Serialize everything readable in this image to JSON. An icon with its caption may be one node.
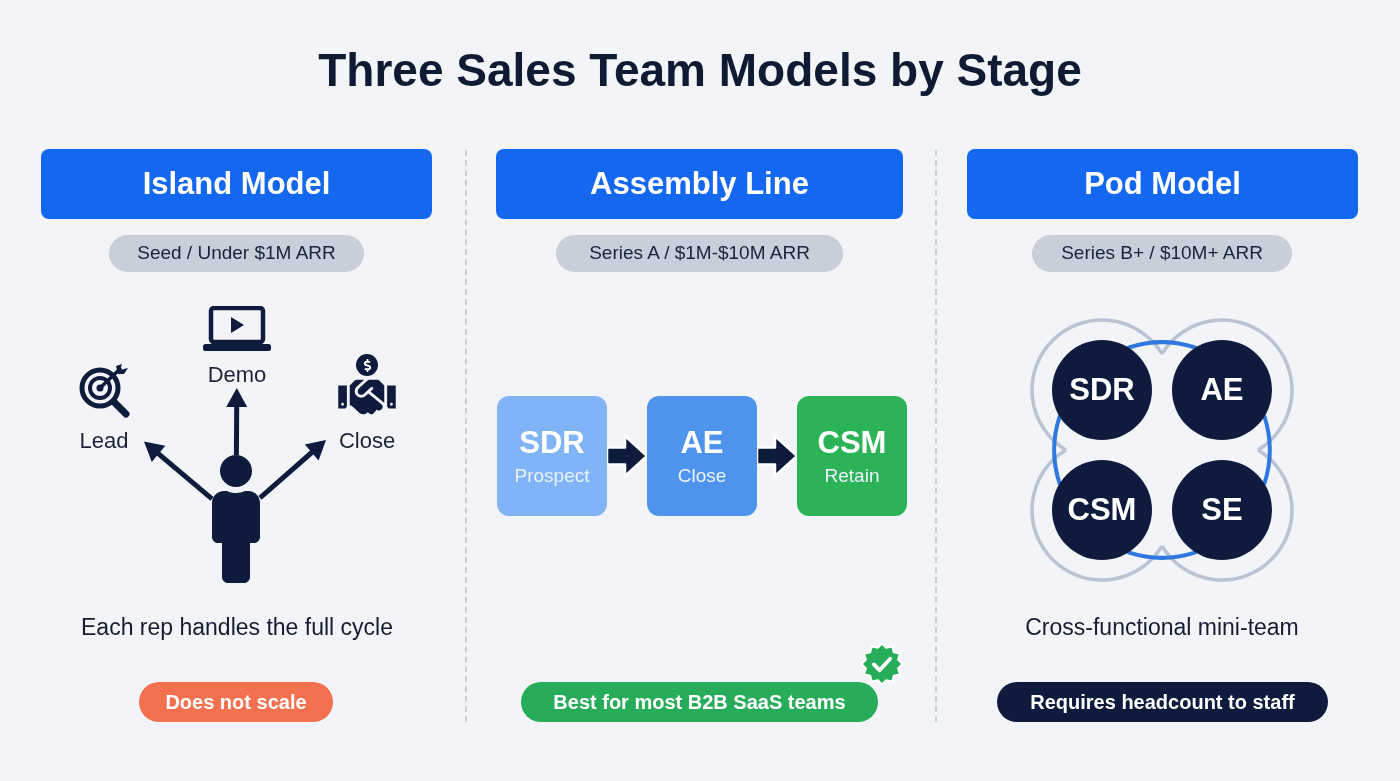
{
  "diagram": {
    "title": "Three Sales Team Models by Stage",
    "nodes": [
      {
        "text": [
          "Island Model"
        ]
      },
      {
        "text": [
          "Seed / Under $1M ARR"
        ]
      },
      {
        "text": [],
        "shape": "person"
      },
      {
        "text": [
          "Lead"
        ]
      },
      {
        "text": [
          "Demo"
        ]
      },
      {
        "text": [
          "Close"
        ]
      },
      {
        "text": [
          "Does not scale"
        ]
      },
      {
        "text": [
          "Assembly Line"
        ]
      },
      {
        "text": [
          "Series A / $1M-$10M ARR"
        ]
      },
      {
        "text": [
          "SDR",
          "Prospect"
        ]
      },
      {
        "text": [
          "AE",
          "Close"
        ]
      },
      {
        "text": [
          "CSM",
          "Retain"
        ]
      },
      {
        "text": [
          "Best for most B2B SaaS teams"
        ]
      },
      {
        "text": [
          "Pod Model"
        ]
      },
      {
        "text": [
          "Series B+ / $10M+ ARR"
        ]
      },
      {
        "text": [
          "SDR"
        ]
      },
      {
        "text": [
          "AE"
        ]
      },
      {
        "text": [
          "CSM"
        ]
      },
      {
        "text": [
          "SE"
        ]
      },
      {
        "text": [
          "Requires headcount to staff"
        ]
      }
    ],
    "edges": [
      {
        "from": 2,
        "to": 3,
        "arrow": "to"
      },
      {
        "from": 2,
        "to": 4,
        "arrow": "to"
      },
      {
        "from": 2,
        "to": 5,
        "arrow": "to"
      },
      {
        "from": 9,
        "to": 10,
        "arrow": "to",
        "style": "thick"
      },
      {
        "from": 10,
        "to": 11,
        "arrow": "to",
        "style": "thick"
      },
      {
        "from": 15,
        "to": 16,
        "arrow": "none",
        "color": "#2f78e0"
      },
      {
        "from": 15,
        "to": 17,
        "arrow": "none",
        "color": "#2f78e0"
      },
      {
        "from": 16,
        "to": 18,
        "arrow": "none",
        "color": "#2f78e0"
      },
      {
        "from": 17,
        "to": 18,
        "arrow": "none",
        "color": "#2f78e0"
      }
    ],
    "labels": [
      "Each rep handles the full cycle",
      "Cross-functional mini-team"
    ]
  }
}
